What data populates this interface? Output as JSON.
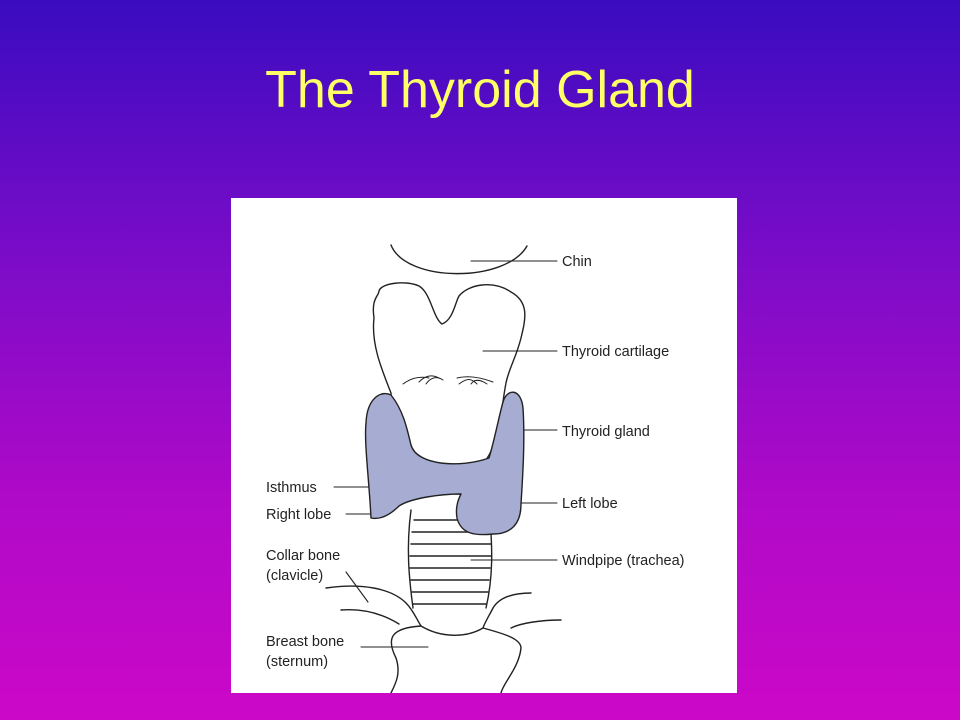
{
  "slide": {
    "title": "The Thyroid Gland"
  },
  "colors": {
    "title": "#ffff66",
    "gland_fill": "#a7acd3",
    "outline": "#222222"
  },
  "diagram": {
    "labels": {
      "chin": "Chin",
      "thyroid_cartilage": "Thyroid cartilage",
      "thyroid_gland": "Thyroid gland",
      "isthmus": "Isthmus",
      "left_lobe": "Left lobe",
      "right_lobe": "Right lobe",
      "windpipe": "Windpipe (trachea)",
      "collar_bone_line1": "Collar bone",
      "collar_bone_line2": "(clavicle)",
      "breast_bone_line1": "Breast bone",
      "breast_bone_line2": "(sternum)"
    }
  }
}
